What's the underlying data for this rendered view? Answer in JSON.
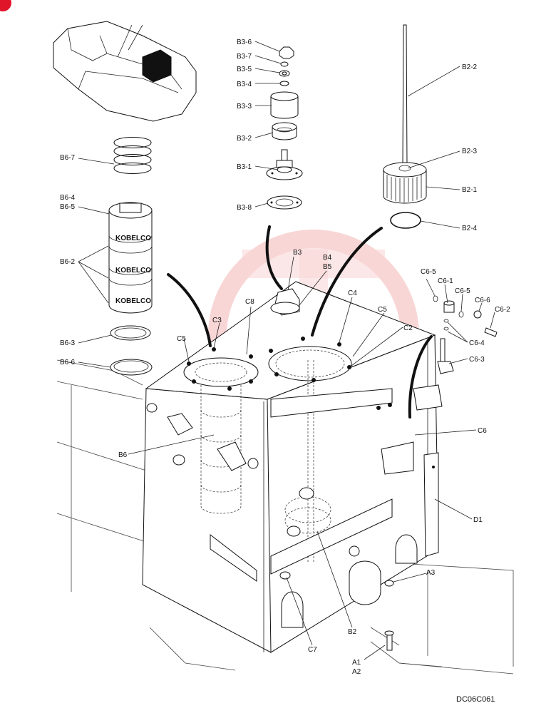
{
  "labels": {
    "B3-6": "B3-6",
    "B3-7": "B3-7",
    "B3-5": "B3-5",
    "B3-4": "B3-4",
    "B3-3": "B3-3",
    "B3-2": "B3-2",
    "B3-1": "B3-1",
    "B3-8": "B3-8",
    "B2-2": "B2-2",
    "B2-3": "B2-3",
    "B2-1": "B2-1",
    "B2-4": "B2-4",
    "B6-7": "B6-7",
    "B6-4": "B6-4",
    "B6-5": "B6-5",
    "B6-2": "B6-2",
    "B6-3": "B6-3",
    "B6-6": "B6-6",
    "B3": "B3",
    "B4": "B4",
    "B5": "B5",
    "C6-5a": "C6-5",
    "C6-1": "C6-1",
    "C6-5b": "C6-5",
    "C6-6": "C6-6",
    "C6-2": "C6-2",
    "C6-4": "C6-4",
    "C6-3": "C6-3",
    "C8": "C8",
    "C3": "C3",
    "C4": "C4",
    "C5a": "C5",
    "C5b": "C5",
    "C2": "C2",
    "B6": "B6",
    "C6": "C6",
    "D1": "D1",
    "A3": "A3",
    "B2": "B2",
    "C7": "C7",
    "A1": "A1",
    "A2": "A2"
  },
  "filter_brand": "KOBELCO",
  "doc_code": "DC06C061",
  "watermark_color": "#f2a6a6",
  "corner_badge_color": "#e0152a"
}
